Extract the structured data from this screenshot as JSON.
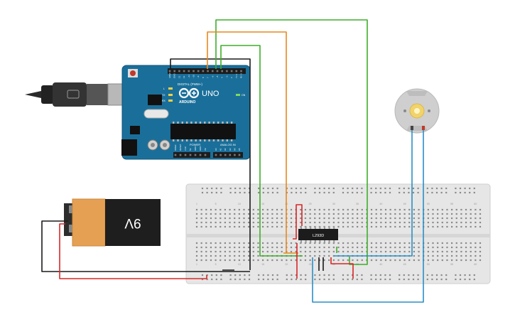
{
  "arduino": {
    "brand": "ARDUINO",
    "model": "UNO",
    "digital_label": "DIGITAL (PWM~)",
    "power_label": "POWER",
    "analog_label": "ANALOG IN",
    "led_tx": "TX",
    "led_rx": "RX",
    "led_l": "L",
    "led_on": "ON",
    "power_pins": [
      "IOREF",
      "RESET",
      "3.3V",
      "5V",
      "GND",
      "GND",
      "Vin"
    ],
    "analog_pins": [
      "A0",
      "A1",
      "A2",
      "A3",
      "A4",
      "A5"
    ],
    "digital_pins": [
      "AREF",
      "GND",
      "13",
      "12",
      "~11",
      "~10",
      "~9",
      "8",
      "7",
      "~6",
      "~5",
      "4",
      "~3",
      "2",
      "TX 1",
      "RX 0"
    ]
  },
  "battery": {
    "label": "9V"
  },
  "chip": {
    "label": "L293D"
  },
  "breadboard": {
    "column_numbers": [
      "1",
      "5",
      "10",
      "15",
      "20",
      "25",
      "30",
      "35",
      "40",
      "45",
      "50",
      "55",
      "60"
    ]
  },
  "colors": {
    "wire_black": "#1a1a1a",
    "wire_red": "#d92727",
    "wire_green": "#3fae2a",
    "wire_orange": "#e8891e",
    "wire_blue": "#2a8fc7",
    "board_blue": "#1a6f9a",
    "breadboard": "#e6e6e6",
    "battery_orange": "#e6a053"
  }
}
